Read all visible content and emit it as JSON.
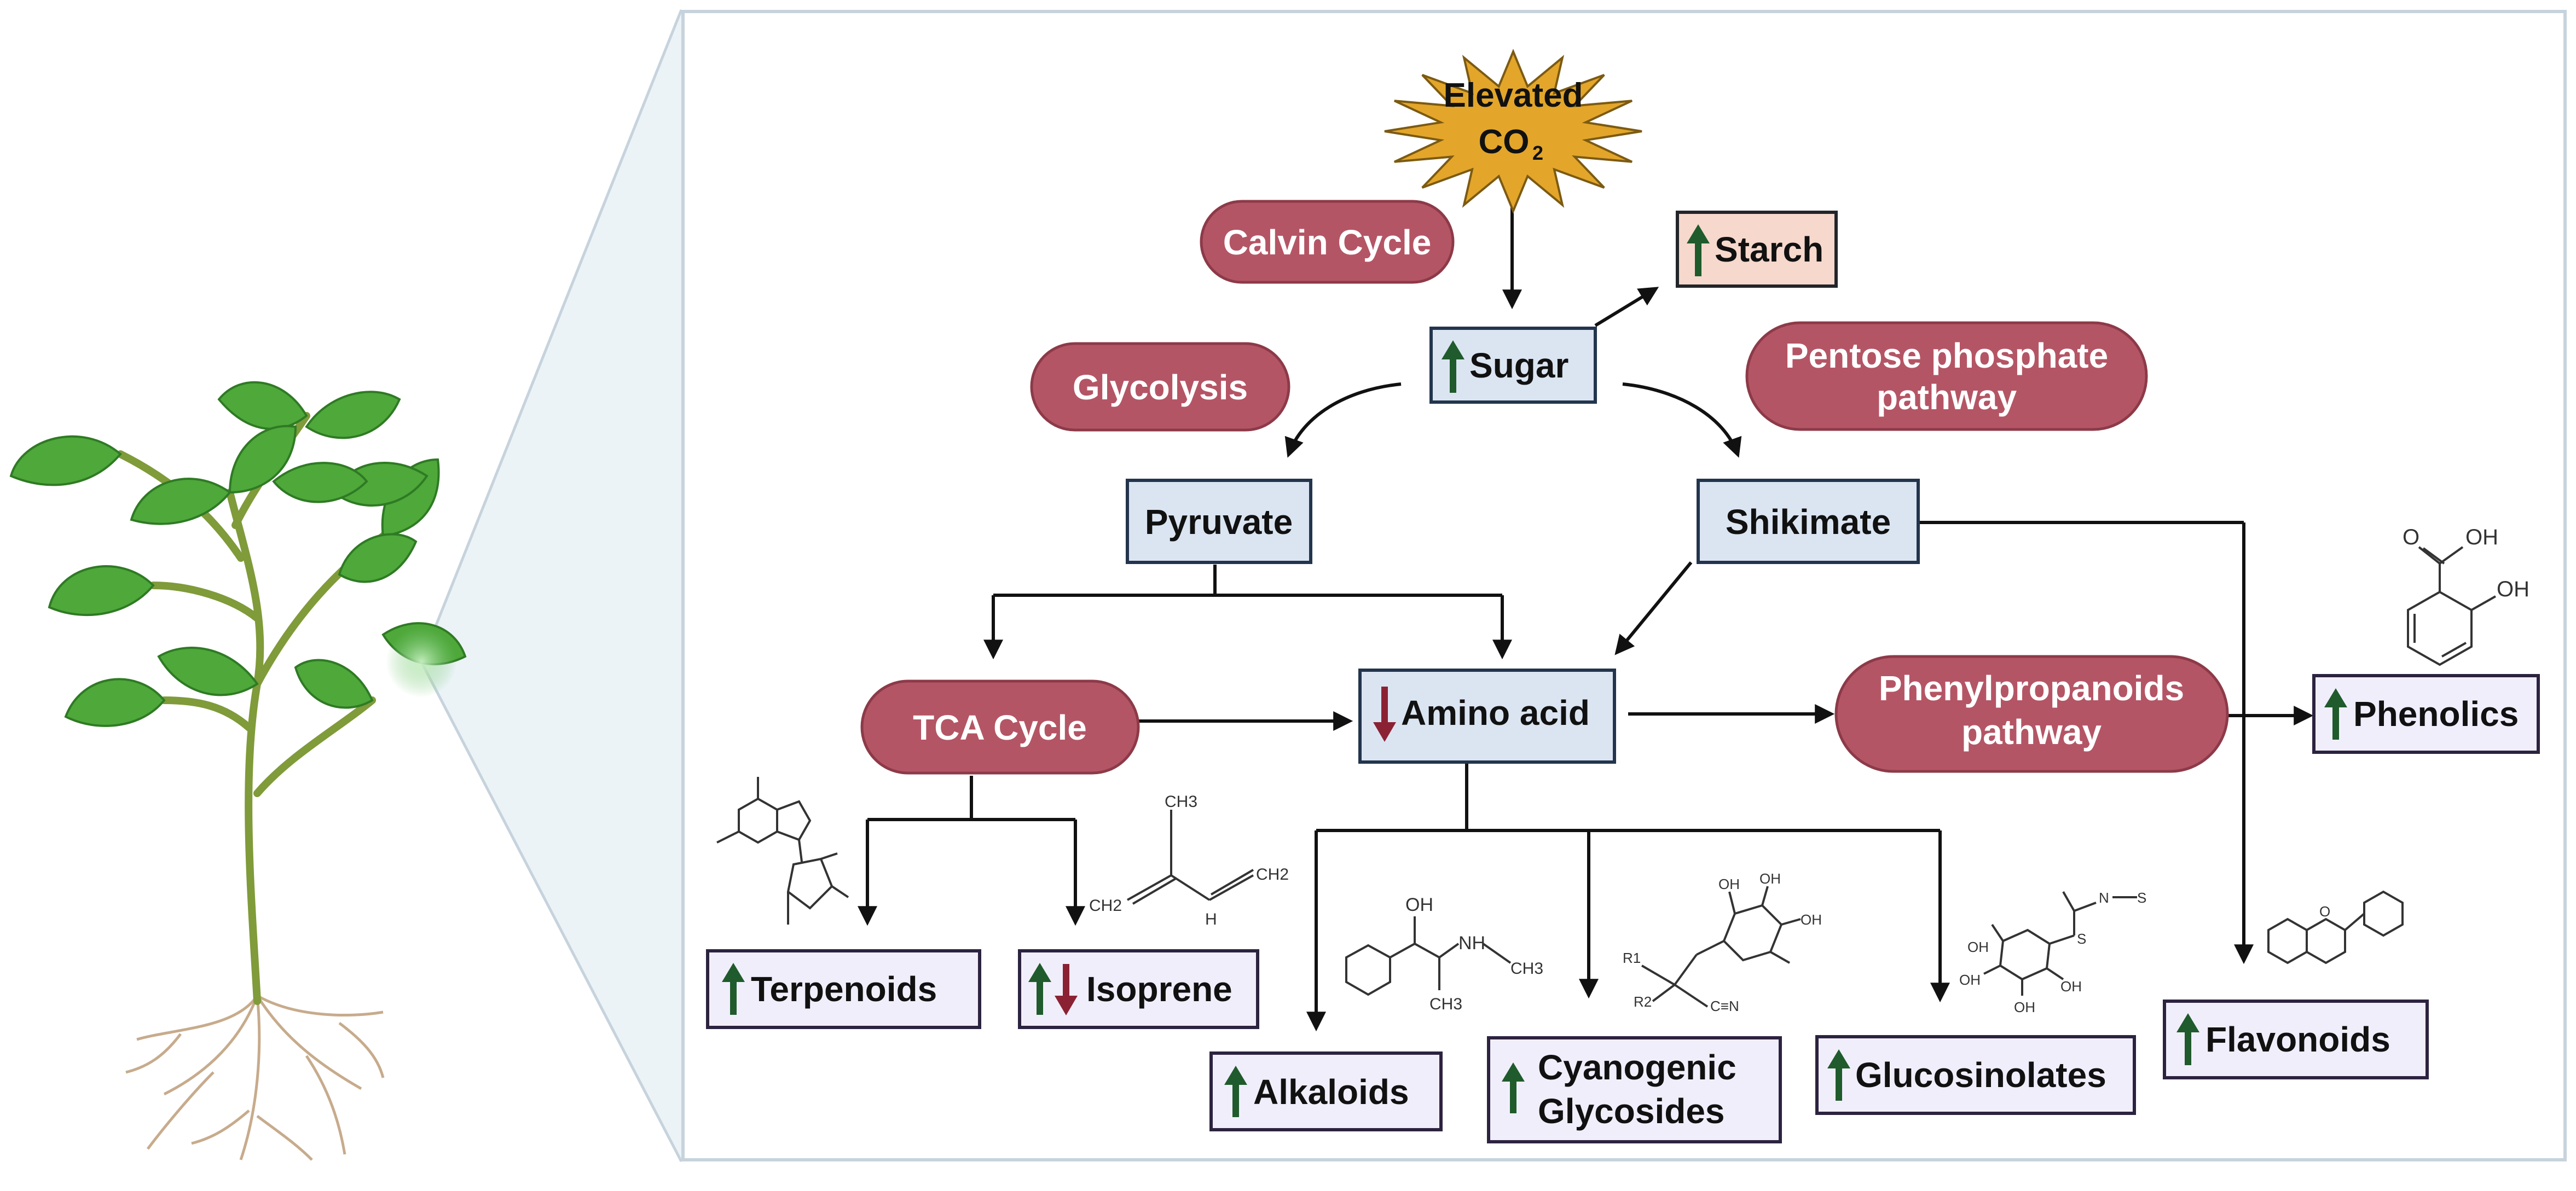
{
  "colors": {
    "pill_fill": "#b45565",
    "pill_stroke": "#8d3a48",
    "box_fill": "#dbe5f2",
    "box_stroke": "#23354d",
    "output_fill": "#f1eefb",
    "output_stroke": "#2c2340",
    "starch_fill": "#f6d8cc",
    "starch_stroke": "#22252a",
    "star_fill": "#e3a62a",
    "star_stroke": "#7c5a12",
    "up_arrow": "#1f5b2c",
    "down_arrow": "#8b2234",
    "connector": "#111111",
    "leaf": "#4ea83a",
    "stem": "#7f9b3a",
    "root": "#c7ab8c",
    "zoom_fill": "#dbe9f1"
  },
  "trigger": {
    "line1": "Elevated",
    "line2": "CO",
    "subscript": "2"
  },
  "pathways": {
    "calvin": "Calvin Cycle",
    "glycolysis": "Glycolysis",
    "pentose_line1": "Pentose phosphate",
    "pentose_line2": "pathway",
    "tca": "TCA Cycle",
    "phenylpropanoids_line1": "Phenylpropanoids",
    "phenylpropanoids_line2": "pathway"
  },
  "intermediates": {
    "sugar": {
      "label": "Sugar",
      "trend": "up"
    },
    "starch": {
      "label": "Starch",
      "trend": "up"
    },
    "pyruvate": {
      "label": "Pyruvate"
    },
    "shikimate": {
      "label": "Shikimate"
    },
    "amino_acid": {
      "label": "Amino acid",
      "trend": "down"
    }
  },
  "outputs": {
    "terpenoids": {
      "label": "Terpenoids",
      "trend": "up"
    },
    "isoprene": {
      "label": "Isoprene",
      "trend": "up-down"
    },
    "alkaloids": {
      "label": "Alkaloids",
      "trend": "up"
    },
    "cyanogenic_line1": "Cyanogenic",
    "cyanogenic_line2": "Glycosides",
    "cyanogenic_trend": "up",
    "glucosinolates": {
      "label": "Glucosinolates",
      "trend": "up"
    },
    "flavonoids": {
      "label": "Flavonoids",
      "trend": "up"
    },
    "phenolics": {
      "label": "Phenolics",
      "trend": "up"
    }
  },
  "molecule_labels": {
    "oh": "OH",
    "o": "O",
    "nh": "NH",
    "ch3": "CH3",
    "ch2": "CH2",
    "h": "H",
    "cn": "C≡N",
    "r1": "R1",
    "r2": "R2",
    "n": "N",
    "s": "S"
  },
  "icons": [
    "plant-icon",
    "up-arrow-icon",
    "down-arrow-icon",
    "starburst-icon"
  ]
}
